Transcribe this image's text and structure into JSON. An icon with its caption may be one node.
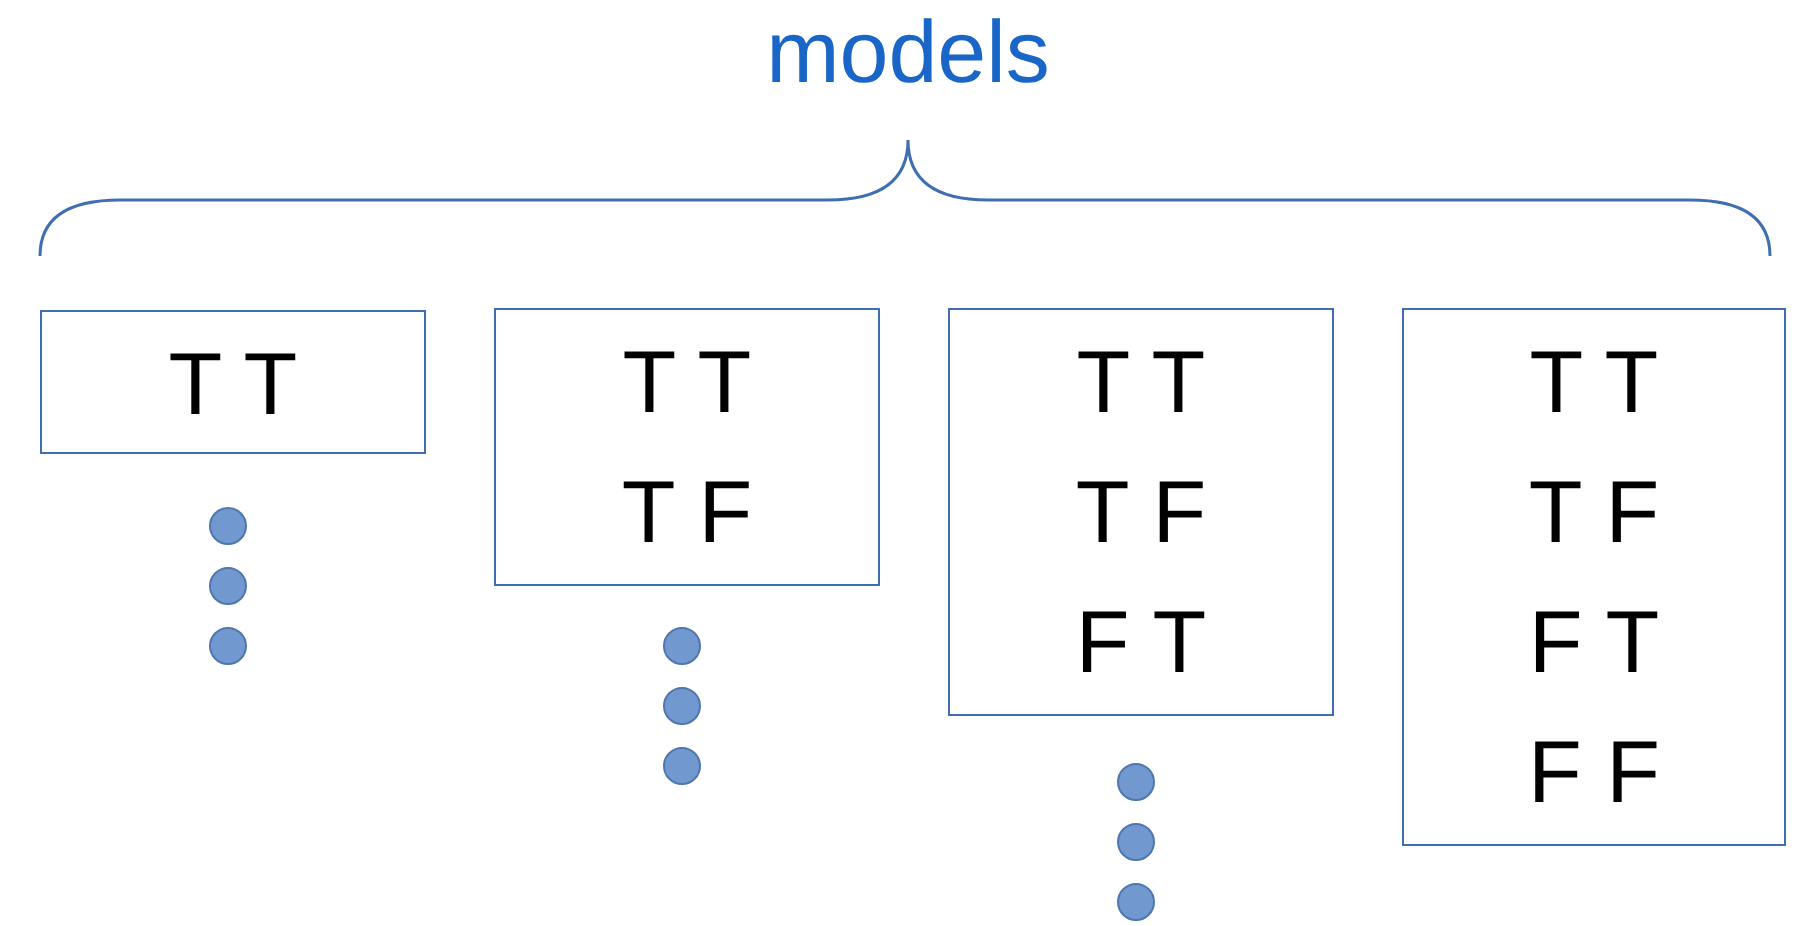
{
  "diagram": {
    "title": "models",
    "nodes": [
      {
        "text": [
          "T T"
        ]
      },
      {
        "text": [
          "T T",
          "T F"
        ]
      },
      {
        "text": [
          "T T",
          "T F",
          "F T"
        ]
      },
      {
        "text": [
          "T T",
          "T F",
          "F T",
          "F F"
        ]
      }
    ]
  }
}
